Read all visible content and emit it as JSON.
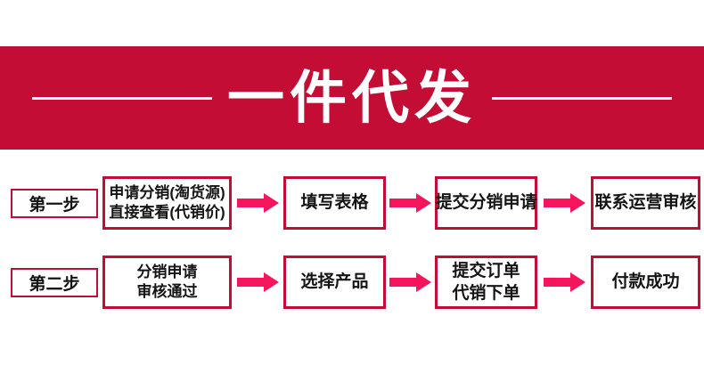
{
  "colors": {
    "banner_red": "#c30d35",
    "arrow_pink": "#f4155c",
    "text_black": "#141414",
    "background": "#ffffff"
  },
  "banner": {
    "title": "一件代发"
  },
  "flow": {
    "rows": [
      {
        "step_label": "第一步",
        "boxes": [
          {
            "lines": [
              "申请分销(淘货源)",
              "直接查看(代销价)"
            ]
          },
          {
            "lines": [
              "填写表格"
            ]
          },
          {
            "lines": [
              "提交分销申请"
            ]
          },
          {
            "lines": [
              "联系运营审核"
            ]
          }
        ]
      },
      {
        "step_label": "第二步",
        "boxes": [
          {
            "lines": [
              "分销申请",
              "审核通过"
            ]
          },
          {
            "lines": [
              "选择产品"
            ]
          },
          {
            "lines": [
              "提交订单",
              "代销下单"
            ]
          },
          {
            "lines": [
              "付款成功"
            ]
          }
        ]
      }
    ]
  }
}
